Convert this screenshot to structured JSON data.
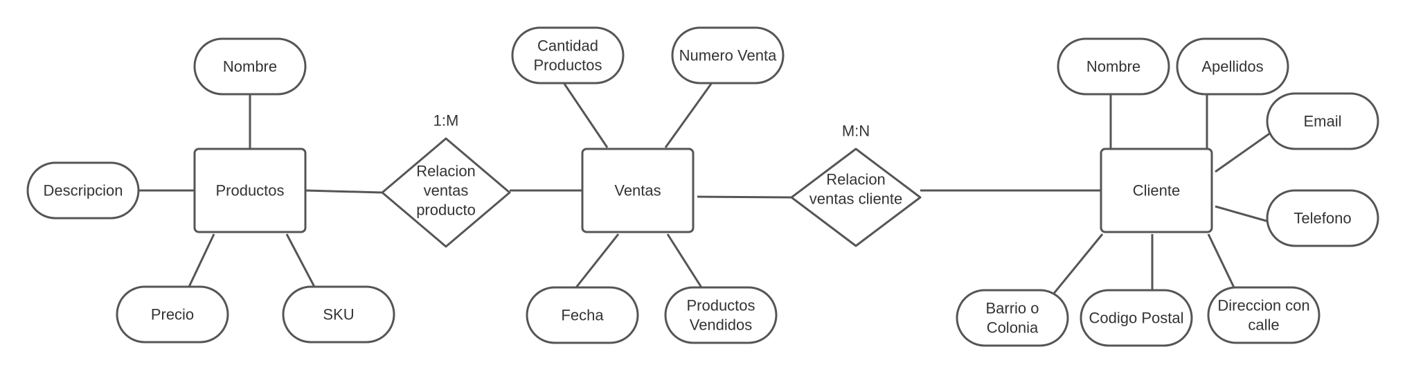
{
  "colors": {
    "stroke": "#555555",
    "fill": "#ffffff",
    "text": "#333333"
  },
  "entities": [
    {
      "id": "productos",
      "label": "Productos"
    },
    {
      "id": "ventas",
      "label": "Ventas"
    },
    {
      "id": "cliente",
      "label": "Cliente"
    }
  ],
  "relationships": [
    {
      "id": "rel_vp",
      "lines": [
        "Relacion",
        "ventas",
        "producto"
      ],
      "cardinality": "1:M"
    },
    {
      "id": "rel_vc",
      "lines": [
        "Relacion",
        "ventas cliente"
      ],
      "cardinality": "M:N"
    }
  ],
  "attributes": [
    {
      "id": "p_nombre",
      "entity": "productos",
      "lines": [
        "Nombre"
      ]
    },
    {
      "id": "p_descripcion",
      "entity": "productos",
      "lines": [
        "Descripcion"
      ]
    },
    {
      "id": "p_precio",
      "entity": "productos",
      "lines": [
        "Precio"
      ]
    },
    {
      "id": "p_sku",
      "entity": "productos",
      "lines": [
        "SKU"
      ]
    },
    {
      "id": "v_cantidad",
      "entity": "ventas",
      "lines": [
        "Cantidad",
        "Productos"
      ]
    },
    {
      "id": "v_numero",
      "entity": "ventas",
      "lines": [
        "Numero Venta"
      ]
    },
    {
      "id": "v_fecha",
      "entity": "ventas",
      "lines": [
        "Fecha"
      ]
    },
    {
      "id": "v_vendidos",
      "entity": "ventas",
      "lines": [
        "Productos",
        "Vendidos"
      ]
    },
    {
      "id": "c_nombre",
      "entity": "cliente",
      "lines": [
        "Nombre"
      ]
    },
    {
      "id": "c_apellidos",
      "entity": "cliente",
      "lines": [
        "Apellidos"
      ]
    },
    {
      "id": "c_email",
      "entity": "cliente",
      "lines": [
        "Email"
      ]
    },
    {
      "id": "c_telefono",
      "entity": "cliente",
      "lines": [
        "Telefono"
      ]
    },
    {
      "id": "c_barrio",
      "entity": "cliente",
      "lines": [
        "Barrio o",
        "Colonia"
      ]
    },
    {
      "id": "c_codigo",
      "entity": "cliente",
      "lines": [
        "Codigo Postal"
      ]
    },
    {
      "id": "c_direccion",
      "entity": "cliente",
      "lines": [
        "Direccion con",
        "calle"
      ]
    }
  ],
  "connections": [
    {
      "from": "productos",
      "to": "rel_vp"
    },
    {
      "from": "rel_vp",
      "to": "ventas"
    },
    {
      "from": "ventas",
      "to": "rel_vc"
    },
    {
      "from": "rel_vc",
      "to": "cliente"
    }
  ]
}
